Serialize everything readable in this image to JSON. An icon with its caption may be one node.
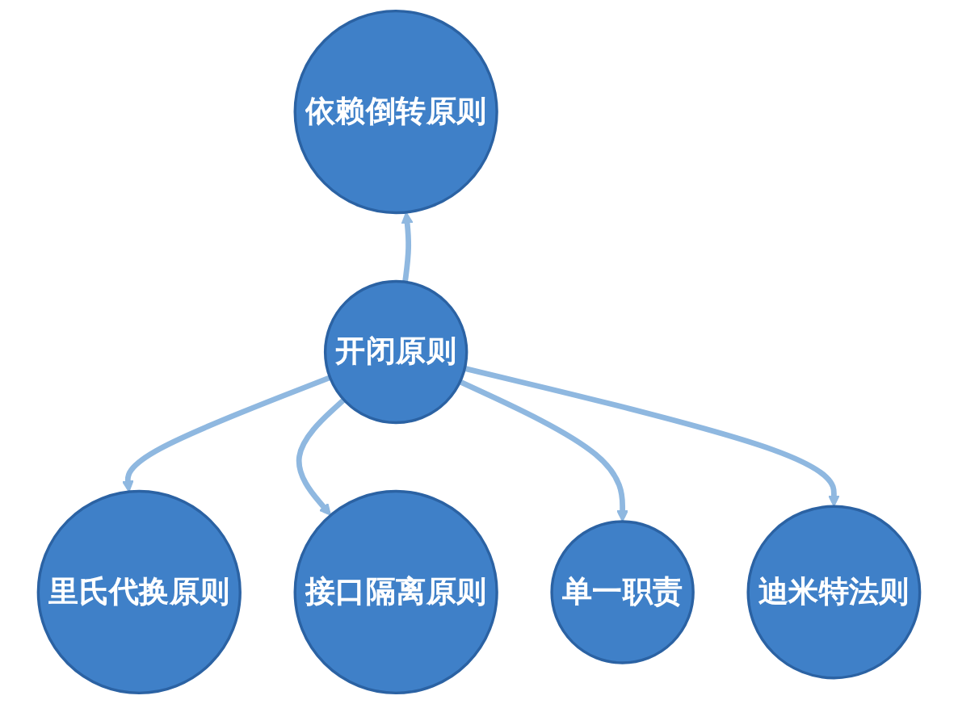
{
  "diagram": {
    "nodes": [
      {
        "text": [
          "依赖倒转原则"
        ]
      },
      {
        "text": [
          "里氏代换原则"
        ]
      },
      {
        "text": [
          "开闭原则"
        ]
      },
      {
        "text": [
          "接口隔离原则"
        ]
      },
      {
        "text": [
          "单一职责"
        ]
      },
      {
        "text": [
          "迪米特法则"
        ]
      }
    ],
    "edges": [
      {
        "from": 2,
        "to": 0,
        "arrow": "to"
      },
      {
        "from": 2,
        "to": 1,
        "arrow": "to"
      },
      {
        "from": 2,
        "to": 3,
        "arrow": "to"
      },
      {
        "from": 2,
        "to": 4,
        "arrow": "to"
      },
      {
        "from": 2,
        "to": 5,
        "arrow": "to"
      }
    ]
  }
}
